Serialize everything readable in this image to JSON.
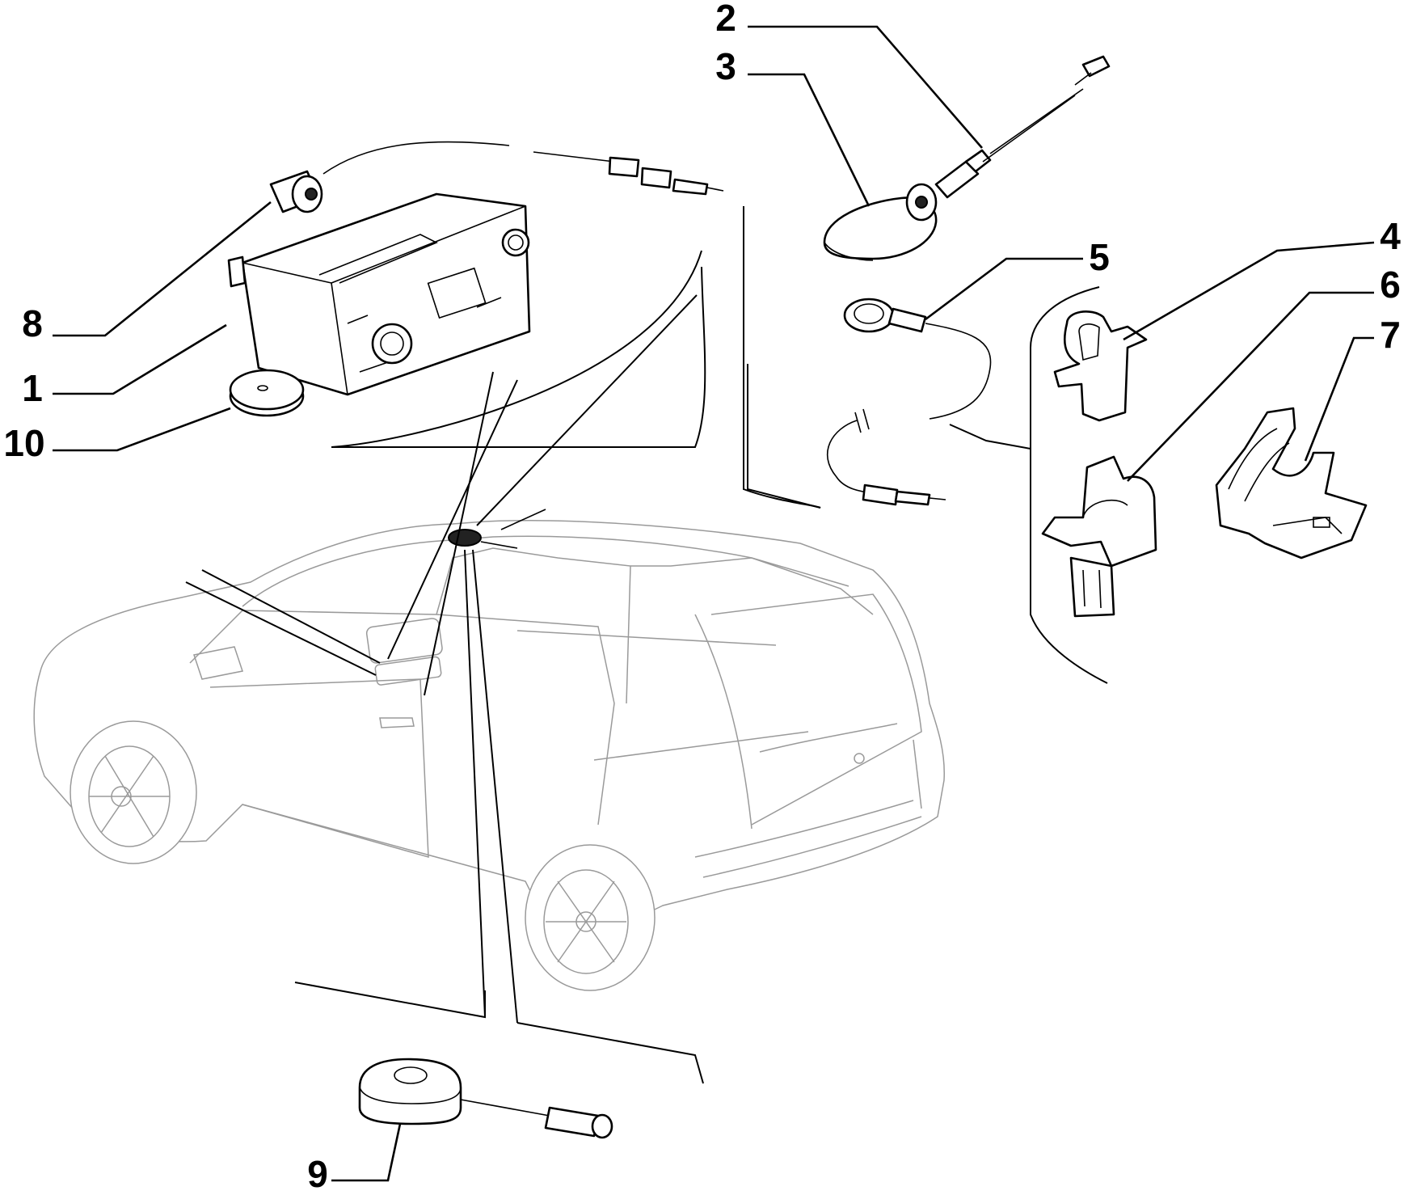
{
  "callouts": {
    "c1": "1",
    "c2": "2",
    "c3": "3",
    "c4": "4",
    "c5": "5",
    "c6": "6",
    "c7": "7",
    "c8": "8",
    "c9": "9",
    "c10": "10"
  },
  "parts": [
    {
      "ref": "1",
      "icon": "car-radio-icon"
    },
    {
      "ref": "2",
      "icon": "antenna-mast-icon"
    },
    {
      "ref": "3",
      "icon": "antenna-base-icon"
    },
    {
      "ref": "4",
      "icon": "cable-clip-icon"
    },
    {
      "ref": "5",
      "icon": "antenna-cable-icon"
    },
    {
      "ref": "6",
      "icon": "cable-clip-icon"
    },
    {
      "ref": "7",
      "icon": "cable-clip-icon"
    },
    {
      "ref": "8",
      "icon": "radio-cable-connector-icon"
    },
    {
      "ref": "9",
      "icon": "roof-antenna-module-icon"
    },
    {
      "ref": "10",
      "icon": "foam-pad-icon"
    }
  ],
  "colors": {
    "ink": "#000000",
    "car_outline": "#9a9a9a",
    "background": "#ffffff"
  }
}
